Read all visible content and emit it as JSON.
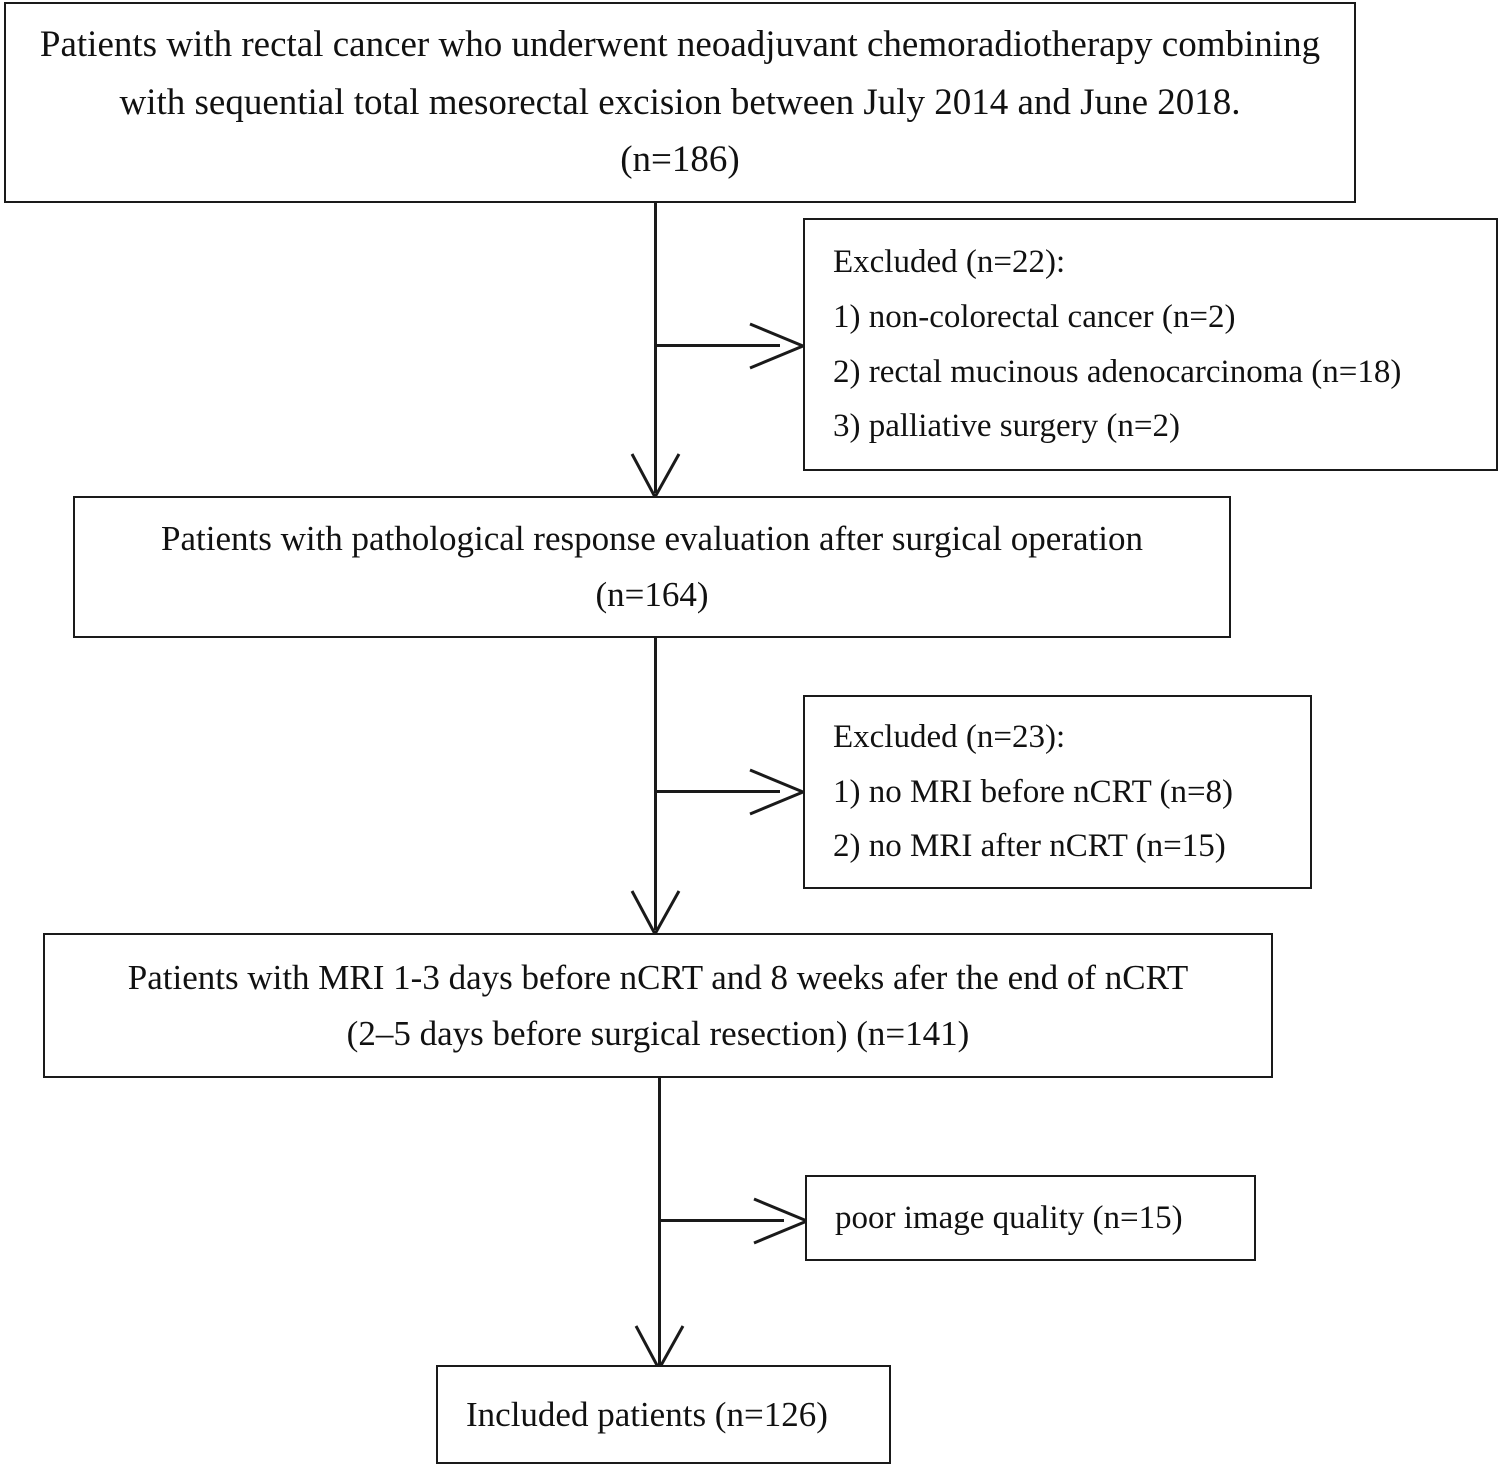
{
  "figure": {
    "type": "flowchart",
    "title": "Patient selection flow diagram",
    "line_color": "#1a1a1a",
    "background_color": "#ffffff"
  },
  "nodes": {
    "enrolled": {
      "lines": [
        "Patients with rectal cancer who underwent neoadjuvant chemoradiotherapy combining",
        "with sequential total mesorectal excision between July 2014 and June 2018.",
        "(n=186)"
      ],
      "count": 186
    },
    "excluded_1": {
      "lines": [
        "Excluded (n=22):",
        "1) non-colorectal cancer (n=2)",
        "2) rectal mucinous adenocarcinoma (n=18)",
        "3) palliative surgery (n=2)"
      ],
      "count": 22
    },
    "pathological": {
      "lines": [
        "Patients with pathological response evaluation after surgical operation",
        "(n=164)"
      ],
      "count": 164
    },
    "excluded_2": {
      "lines": [
        "Excluded (n=23):",
        "1) no MRI before nCRT (n=8)",
        "2) no MRI after nCRT (n=15)"
      ],
      "count": 23
    },
    "mri": {
      "lines": [
        "Patients with MRI 1-3 days before nCRT and 8 weeks afer the end of nCRT",
        "(2–5 days before surgical resection) (n=141)"
      ],
      "count": 141
    },
    "poor_image": {
      "lines": [
        "poor image quality (n=15)"
      ],
      "count": 15
    },
    "included": {
      "lines": [
        "Included patients (n=126)"
      ],
      "count": 126
    }
  }
}
